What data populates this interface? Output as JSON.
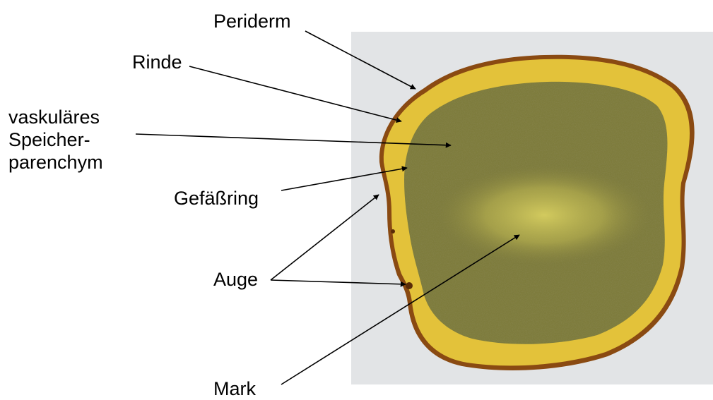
{
  "labels": {
    "periderm": "Periderm",
    "rinde": "Rinde",
    "vascular_line1": "vaskuläres",
    "vascular_line2": "Speicher-",
    "vascular_line3": "parenchym",
    "gefaessring": "Gefäßring",
    "auge": "Auge",
    "mark": "Mark"
  },
  "colors": {
    "photo_background": "#e2e4e6",
    "periderm": "#8a4a12",
    "cortex": "#e3c23a",
    "storage_parenchyma": "#7e7c3c",
    "pith": "#c9c157",
    "arrow": "#000000"
  }
}
